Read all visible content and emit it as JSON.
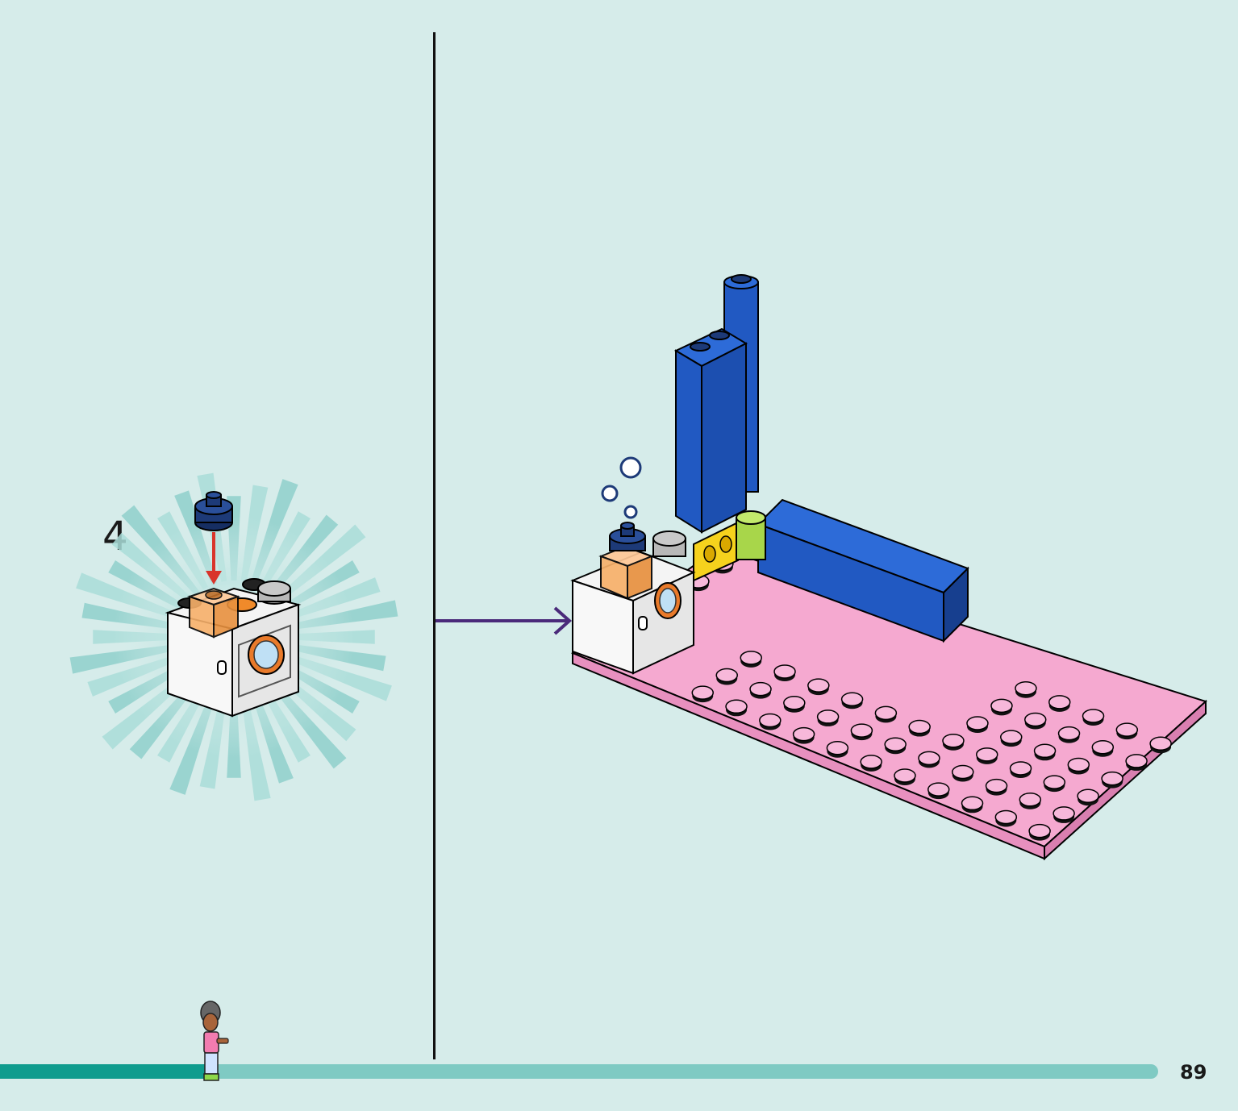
{
  "step": {
    "number": "4"
  },
  "page": {
    "number": "89"
  },
  "progress": {
    "fraction": 0.184
  },
  "colors": {
    "background": "#d6ecea",
    "progress_fill": "#0f9c8e",
    "progress_track": "#7fcac3",
    "arrow": "#4a2a7a",
    "baseplate": "#f5a9d0",
    "blue_brick": "#2159c2",
    "dark_blue_stud": "#1d3a78",
    "orange_trans": "#f5a04e",
    "red_arrow": "#d9342b"
  }
}
